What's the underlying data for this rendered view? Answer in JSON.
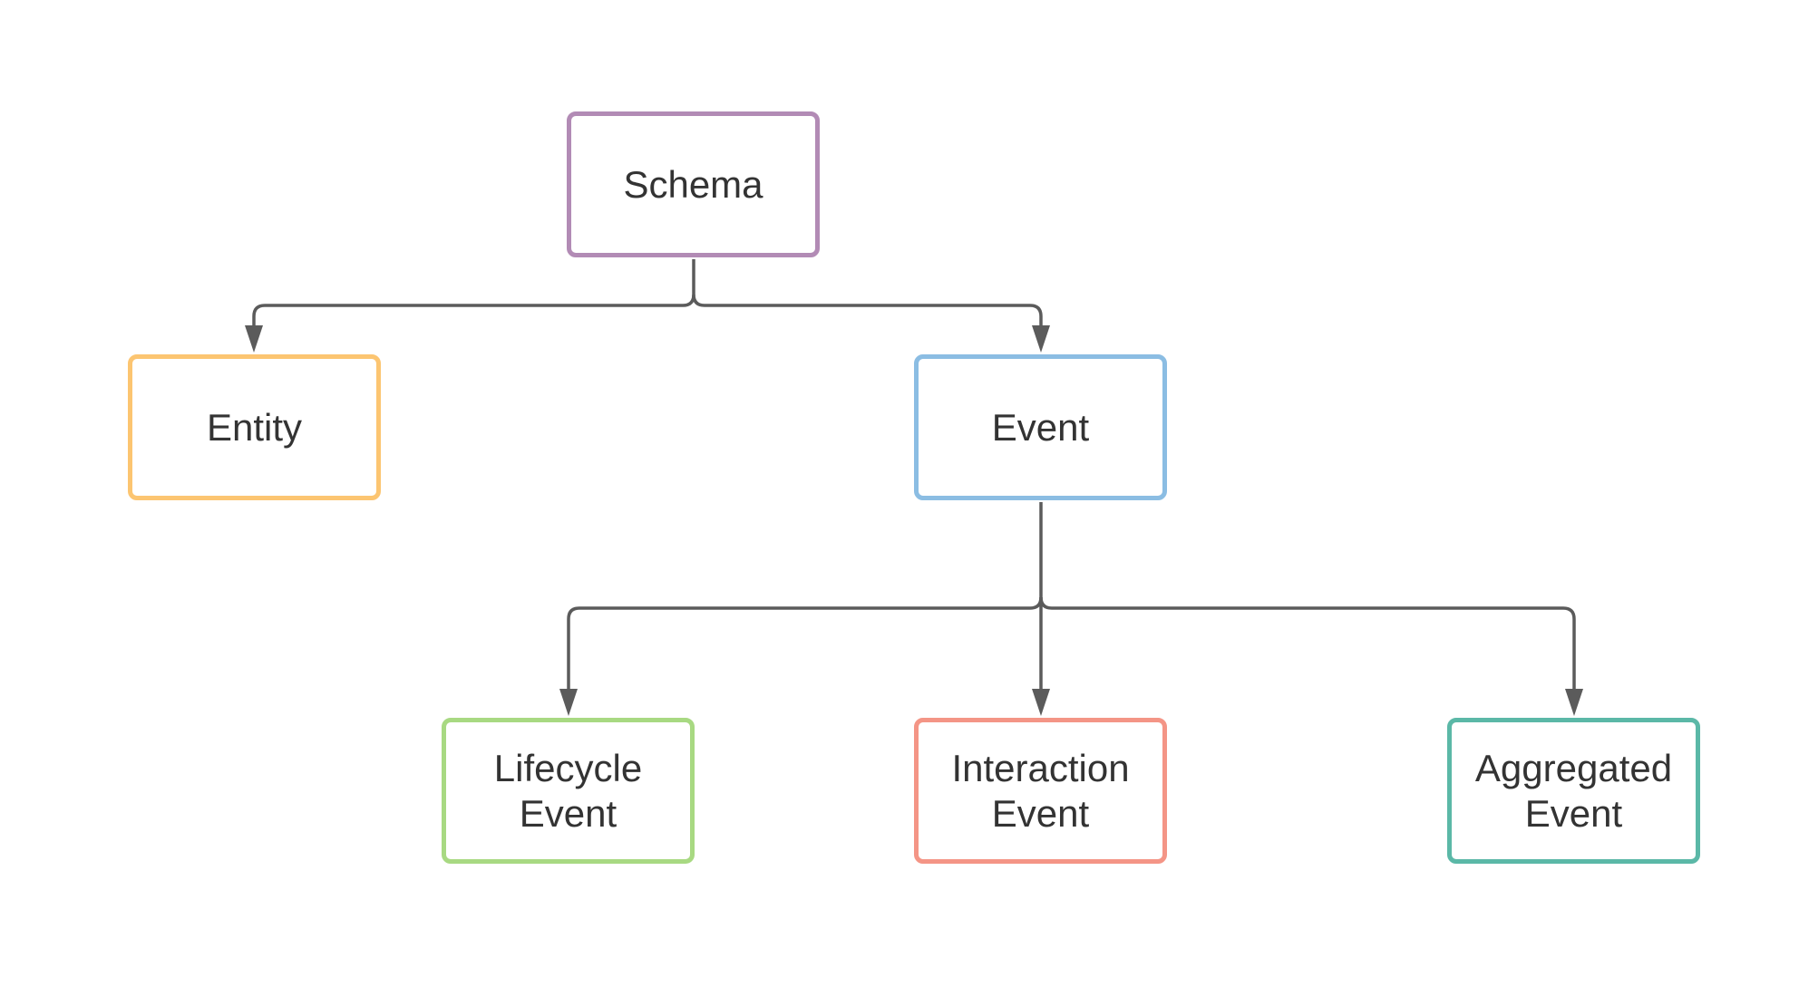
{
  "diagram": {
    "nodes": [
      {
        "id": "schema",
        "label": "Schema",
        "color": "#b28bb5"
      },
      {
        "id": "entity",
        "label": "Entity",
        "color": "#fcc571"
      },
      {
        "id": "event",
        "label": "Event",
        "color": "#8bbde3"
      },
      {
        "id": "lifecycle-event",
        "label": "Lifecycle\nEvent",
        "color": "#a8d982"
      },
      {
        "id": "interaction-event",
        "label": "Interaction\nEvent",
        "color": "#f49586"
      },
      {
        "id": "aggregated-event",
        "label": "Aggregated\nEvent",
        "color": "#5bb8a7"
      }
    ],
    "edges": [
      {
        "from": "schema",
        "to": "entity"
      },
      {
        "from": "schema",
        "to": "event"
      },
      {
        "from": "event",
        "to": "lifecycle-event"
      },
      {
        "from": "event",
        "to": "interaction-event"
      },
      {
        "from": "event",
        "to": "aggregated-event"
      }
    ],
    "connector_color": "#5b5b5b"
  }
}
